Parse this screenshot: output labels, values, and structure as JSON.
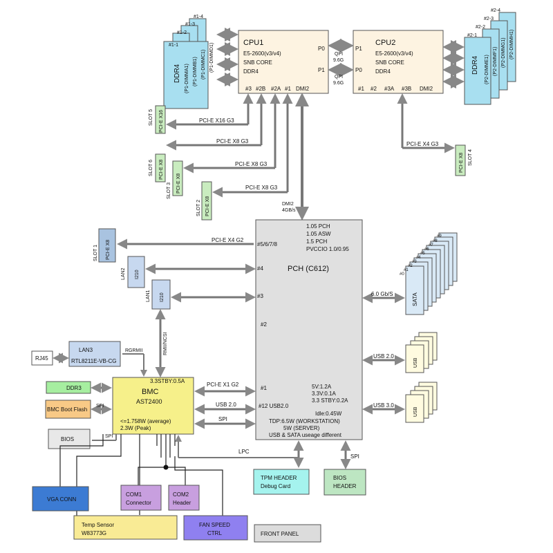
{
  "cpu1": {
    "title": "CPU1",
    "spec1": "E5-2600(v3/v4)",
    "spec2": "SNB CORE",
    "spec3": "DDR4",
    "p0": "P0",
    "p1": "P1",
    "port3": "#3",
    "port2b": "#2B",
    "port2a": "#2A",
    "port1": "#1",
    "dmi2": "DMI2"
  },
  "cpu2": {
    "title": "CPU2",
    "spec1": "E5-2600(v3/v4)",
    "spec2": "SNB CORE",
    "spec3": "DDR4",
    "p1": "P1",
    "p0": "P0",
    "port1": "#1",
    "port2": "#2",
    "port3a": "#3A",
    "port3b": "#3B",
    "dmi2": "DMI2"
  },
  "qpi": [
    {
      "label": "QPI",
      "speed": "9.6G"
    },
    {
      "label": "QPI",
      "speed": "9.6G"
    }
  ],
  "dimm_left": {
    "tags": [
      "#1-4",
      "#1-3",
      "#1-2",
      "#1-1"
    ],
    "type": "DDR4",
    "names": [
      "(P1-DIMMA1)",
      "(P1-DIMMB1)",
      "(P1-DIMMC1)",
      "(P1-DIMMD1)"
    ]
  },
  "dimm_right": {
    "tags": [
      "#2-4",
      "#2-3",
      "#2-2",
      "#2-1"
    ],
    "type": "DDR4",
    "names": [
      "(P2-DIMME1)",
      "(P2-DIMMF1)",
      "(P2-DIMMG1)",
      "(P2-DIMMH1)"
    ]
  },
  "slots": [
    {
      "slot": "SLOT 5",
      "type": "PCI-E X16",
      "link": "PCI-E X16 G3"
    },
    {
      "slot": "SLOT 6",
      "type": "PCI-E X8",
      "link": "PCI-E X8 G3"
    },
    {
      "slot": "SLOT 3",
      "type": "PCI-E X8",
      "link": "PCI-E X8 G3"
    },
    {
      "slot": "SLOT 2",
      "type": "PCI-E X8",
      "link": "PCI-E X8 G3"
    },
    {
      "slot": "SLOT 4",
      "type": "PCI-E X8",
      "link": "PCI-E X4 G3"
    },
    {
      "slot": "SLOT 1",
      "type": "PCI-E X8",
      "link": "PCI-E X4 G2"
    }
  ],
  "dmi_link": {
    "line1": "DMI2",
    "line2": "4GB/s"
  },
  "pch": {
    "title": "PCH (C612)",
    "power1": "1.05 PCH",
    "power2": "1.05 ASW",
    "power3": "1.5 PCH",
    "power4": "PVCCIO 1.0/0.95",
    "port5678": "#5/6/7/8",
    "port4": "#4",
    "port3": "#3",
    "port2": "#2",
    "port1": "#1",
    "port12": "#12 USB2.0",
    "rail1": "5V:1.2A",
    "rail2": "3.3V:0.1A",
    "rail3": "3.3 STBY:0.2A",
    "idle": "Idle:0.45W",
    "tdp1": "TDP:6.5W (WORKSTATION)",
    "tdp2": "5W (SERVER)",
    "tdp3": "USB & SATA useage different"
  },
  "lan": {
    "lan2": "LAN2",
    "lan1": "LAN1",
    "chip": "I210",
    "lan3": "LAN3",
    "lan3_chip": "RTL8211E-VB-CG",
    "rj45": "RJ45",
    "rgrmii": "RGRMII",
    "rmii": "RMII/NCSI"
  },
  "sata": {
    "speed": "6.0 Gb/S",
    "label": "SATA",
    "tags": [
      "#0",
      "#1",
      "#2",
      "#3",
      "#4",
      "#5",
      "#6",
      "#7",
      "#8",
      "#9"
    ]
  },
  "usb": [
    {
      "link": "USB 2.0",
      "label": "USB"
    },
    {
      "link": "USB 3.0",
      "label": "USB"
    }
  ],
  "bmc": {
    "title": "BMC",
    "chip": "AST2400",
    "standby": "3.3STBY:0.5A",
    "power1": "<=1.758W (average)",
    "power2": "2.3W (Peak)",
    "link_pcie": "PCI-E X1 G2",
    "link_usb": "USB 2.0",
    "link_spi": "SPI"
  },
  "left_boxes": {
    "ddr3": "DDR3",
    "flash": "BMC Boot Flash",
    "bios": "BIOS",
    "spi": "SPI"
  },
  "bottom": {
    "lpc": "LPC",
    "spi": "SPI",
    "tpm1": "TPM HEADER",
    "tpm2": "Debug Card",
    "bios1": "BIOS",
    "bios2": "HEADER",
    "vga": "VGA CONN",
    "com1a": "COM1",
    "com1b": "Connector",
    "com2a": "COM2",
    "com2b": "Header",
    "temp1": "Temp Sensor",
    "temp2": "W83773G",
    "fan1": "FAN SPEED",
    "fan2": "CTRL",
    "front": "FRONT PANEL"
  },
  "colors": {
    "cpu": "#fdf3e1",
    "dimm": "#a8dff0",
    "slot": "#c9ecbf",
    "pch": "#e0e0e0",
    "sata": "#d9e9f6",
    "usb": "#fffbe0",
    "bmc": "#f6f08a",
    "slot1": "#a9c3e0",
    "lan": "#c7d8ef",
    "ddr3": "#a6eea0",
    "flash": "#f8c986",
    "bios": "#e8e8e8",
    "tpm": "#a5f3ee",
    "biosh": "#bde6c2",
    "vga": "#3c7bd3",
    "com": "#c89fdf",
    "temp": "#f9eb95",
    "fan": "#8f80f0",
    "front": "#dcdcdc"
  }
}
